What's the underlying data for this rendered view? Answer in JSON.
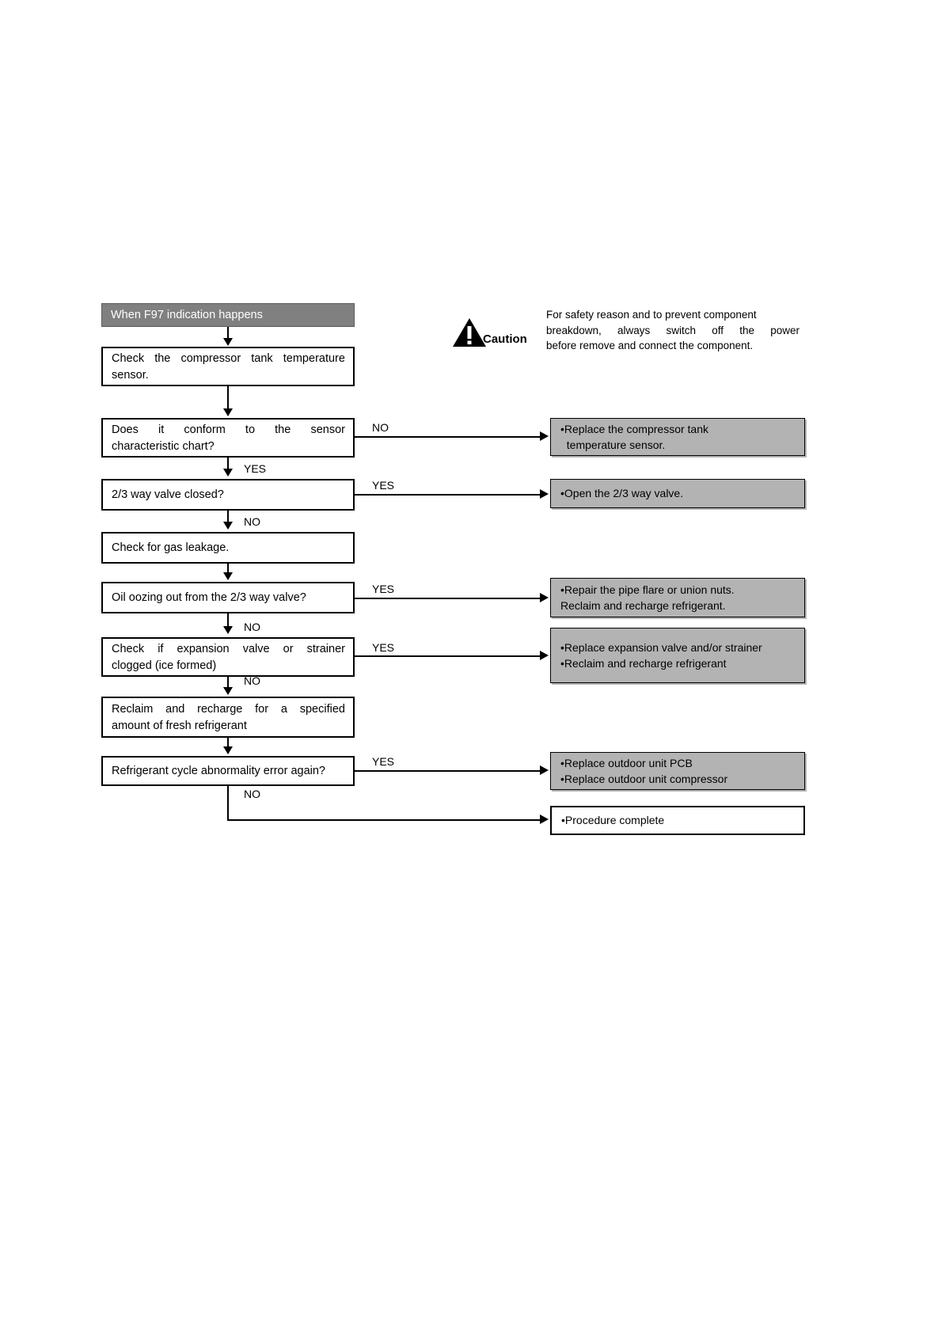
{
  "document": {
    "type": "troubleshooting-flowchart",
    "title": "When F97 indication happens"
  },
  "caution": {
    "icon": "warning-triangle-icon",
    "label": "Caution",
    "lines": [
      "For safety reason and to prevent component",
      "breakdown, always switch off the power",
      "before remove and connect the component."
    ],
    "text": "For safety reason and to prevent component breakdown, always switch off the power before remove and connect the component."
  },
  "colors": {
    "header_fill": "#808080",
    "header_text": "#ffffff",
    "action_fill": "#b3b3b3",
    "process_fill": "#ffffff",
    "stroke": "#000000"
  },
  "flow": {
    "header": {
      "id": "start",
      "label": "When F97 indication happens"
    },
    "steps": [
      {
        "id": "check-sensor",
        "kind": "process",
        "lines": [
          "Check  the  compressor  tank  temperature",
          "sensor."
        ],
        "text": "Check the compressor tank temperature sensor."
      },
      {
        "id": "conform-chart",
        "kind": "decision",
        "lines": [
          "Does     it     conform     to     the     sensor",
          "characteristic chart?"
        ],
        "text": "Does it conform to the sensor characteristic chart?",
        "branch_side_label": "NO",
        "branch_down_label": "YES"
      },
      {
        "id": "valve-closed",
        "kind": "decision",
        "lines": [
          "2/3 way valve closed?"
        ],
        "text": "2/3 way valve closed?",
        "branch_side_label": "YES",
        "branch_down_label": "NO"
      },
      {
        "id": "check-gas-leak",
        "kind": "process",
        "lines": [
          "Check for gas leakage."
        ],
        "text": "Check for gas leakage."
      },
      {
        "id": "oil-oozing",
        "kind": "decision",
        "lines": [
          "Oil oozing out from the 2/3 way valve?"
        ],
        "text": "Oil oozing out from the 2/3 way valve?",
        "branch_side_label": "YES",
        "branch_down_label": "NO"
      },
      {
        "id": "expansion-clogged",
        "kind": "decision",
        "lines": [
          "Check   if   expansion   valve   or   strainer",
          "clogged (ice formed)"
        ],
        "text": "Check if expansion valve or strainer clogged (ice formed)",
        "branch_side_label": "YES",
        "branch_down_label": "NO"
      },
      {
        "id": "reclaim-recharge",
        "kind": "process",
        "lines": [
          "Reclaim    and    recharge    for    a    specified",
          "amount of fresh refrigerant"
        ],
        "text": "Reclaim and recharge for a specified amount of fresh refrigerant"
      },
      {
        "id": "error-again",
        "kind": "decision",
        "lines": [
          "Refrigerant cycle abnormality error again?"
        ],
        "text": "Refrigerant cycle abnormality error again?",
        "branch_side_label": "YES",
        "branch_down_label": "NO"
      }
    ],
    "actions": [
      {
        "id": "action-replace-sensor",
        "from": "conform-chart",
        "condition": "NO",
        "lines": [
          "•Replace the compressor tank",
          "  temperature sensor."
        ],
        "text": "Replace the compressor tank temperature sensor."
      },
      {
        "id": "action-open-valve",
        "from": "valve-closed",
        "condition": "YES",
        "lines": [
          "•Open the 2/3 way valve."
        ],
        "text": "Open the 2/3 way valve."
      },
      {
        "id": "action-repair-flare",
        "from": "oil-oozing",
        "condition": "YES",
        "lines": [
          "•Repair the pipe flare or union nuts.",
          "Reclaim and recharge refrigerant."
        ],
        "text": "Repair the pipe flare or union nuts. Reclaim and recharge refrigerant."
      },
      {
        "id": "action-replace-expansion",
        "from": "expansion-clogged",
        "condition": "YES",
        "lines": [
          "•Replace expansion valve and/or strainer",
          "•Reclaim and recharge refrigerant"
        ],
        "text": "Replace expansion valve and/or strainer. Reclaim and recharge refrigerant"
      },
      {
        "id": "action-replace-pcb",
        "from": "error-again",
        "condition": "YES",
        "lines": [
          "•Replace outdoor unit PCB",
          "•Replace outdoor unit compressor"
        ],
        "text": "Replace outdoor unit PCB. Replace outdoor unit compressor"
      },
      {
        "id": "action-complete",
        "from": "error-again",
        "condition": "NO",
        "lines": [
          "•Procedure complete"
        ],
        "text": "Procedure complete"
      }
    ],
    "edge_labels": {
      "conform_no": "NO",
      "conform_yes": "YES",
      "valve_yes": "YES",
      "valve_no": "NO",
      "oil_yes": "YES",
      "oil_no": "NO",
      "expansion_yes": "YES",
      "expansion_no": "NO",
      "error_yes": "YES",
      "error_no": "NO"
    }
  }
}
